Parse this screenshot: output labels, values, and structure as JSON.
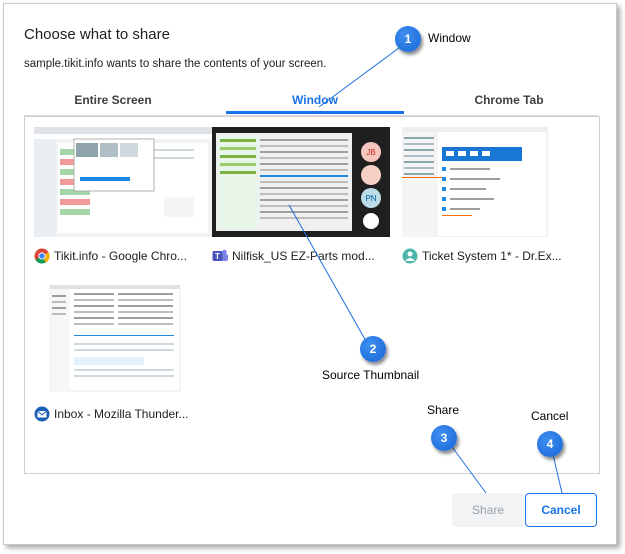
{
  "dialog": {
    "title": "Choose what to share",
    "subtitle": "sample.tikit.info wants to share the contents of your screen."
  },
  "tabs": [
    {
      "label": "Entire Screen",
      "active": false
    },
    {
      "label": "Window",
      "active": true
    },
    {
      "label": "Chrome Tab",
      "active": false
    }
  ],
  "sources": [
    {
      "label": "Tikit.info - Google Chro...",
      "icon": "chrome-icon"
    },
    {
      "label": "Nilfisk_US EZ-Parts mod...",
      "icon": "teams-icon"
    },
    {
      "label": "Ticket System 1* - Dr.Ex...",
      "icon": "app-icon"
    },
    {
      "label": "Inbox - Mozilla Thunder...",
      "icon": "thunderbird-icon"
    }
  ],
  "meeting_avatars": [
    "JB",
    "",
    "PN"
  ],
  "buttons": {
    "share_label": "Share",
    "cancel_label": "Cancel"
  },
  "callouts": [
    {
      "number": "1",
      "text": "Window"
    },
    {
      "number": "2",
      "text": "Source Thumbnail"
    },
    {
      "number": "3",
      "text": "Share"
    },
    {
      "number": "4",
      "text": "Cancel"
    }
  ],
  "colors": {
    "accent": "#1a73e8",
    "callout": "#1e6fe0"
  }
}
